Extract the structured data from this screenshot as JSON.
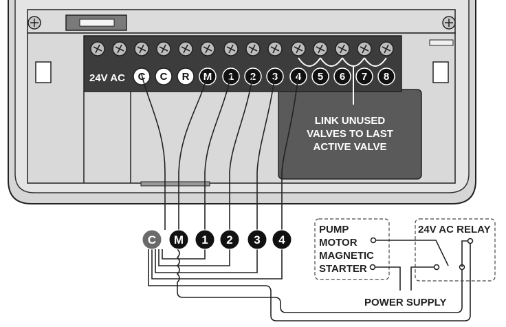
{
  "controller": {
    "supply_label": "24V AC",
    "terminals": [
      "C",
      "C",
      "R",
      "M",
      "1",
      "2",
      "3",
      "4",
      "5",
      "6",
      "7",
      "8"
    ],
    "link_note": [
      "LINK UNUSED",
      "VALVES TO LAST",
      "ACTIVE VALVE"
    ]
  },
  "field_wires": {
    "labels": [
      "C",
      "M",
      "1",
      "2",
      "3",
      "4"
    ]
  },
  "pump_box": {
    "lines": [
      "PUMP",
      "MOTOR",
      "MAGNETIC",
      "STARTER"
    ]
  },
  "relay_box": {
    "title": "24V AC RELAY"
  },
  "power_supply": {
    "label": "POWER SUPPLY"
  }
}
